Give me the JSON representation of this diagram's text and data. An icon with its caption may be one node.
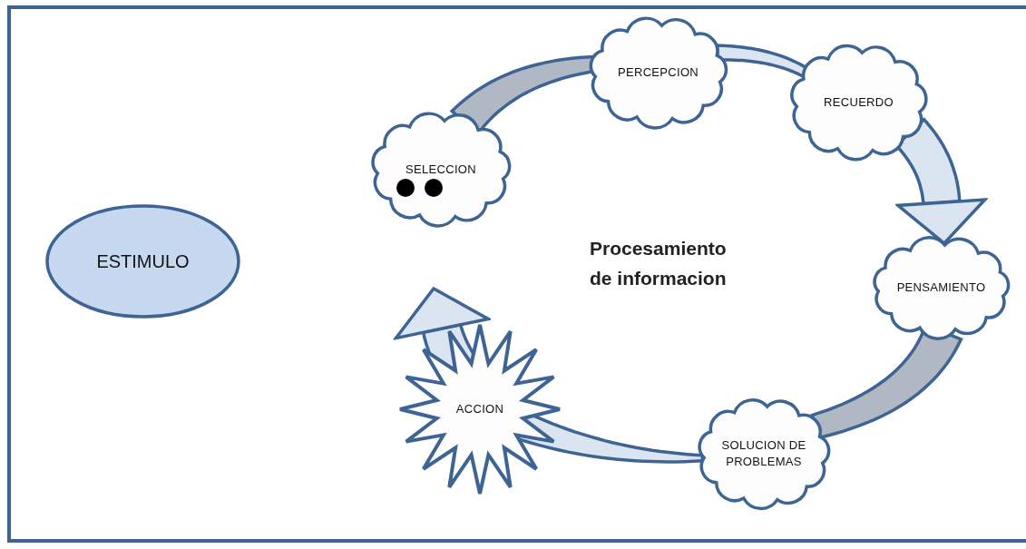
{
  "diagram": {
    "nodes": [
      {
        "text": [
          "ESTIMULO"
        ]
      },
      {
        "text": [
          "SELECCION"
        ]
      },
      {
        "text": [
          "PERCEPCION"
        ]
      },
      {
        "text": [
          "RECUERDO"
        ]
      },
      {
        "text": [
          "PENSAMIENTO"
        ]
      },
      {
        "text": [
          "SOLUCION DE PROBLEMAS"
        ]
      },
      {
        "text": [
          "ACCION"
        ]
      }
    ],
    "edges": [
      {
        "from": 1,
        "to": 2,
        "arrow": "none",
        "color": "#b0b8c4"
      },
      {
        "from": 2,
        "to": 3,
        "arrow": "none"
      },
      {
        "from": 3,
        "to": 4,
        "arrow": "to"
      },
      {
        "from": 4,
        "to": 5,
        "arrow": "none",
        "color": "#b0b8c4"
      },
      {
        "from": 5,
        "to": 6,
        "arrow": "none"
      },
      {
        "from": 6,
        "to": null,
        "arrow": "to"
      }
    ],
    "labels": [
      "Procesamiento de informacion"
    ]
  }
}
